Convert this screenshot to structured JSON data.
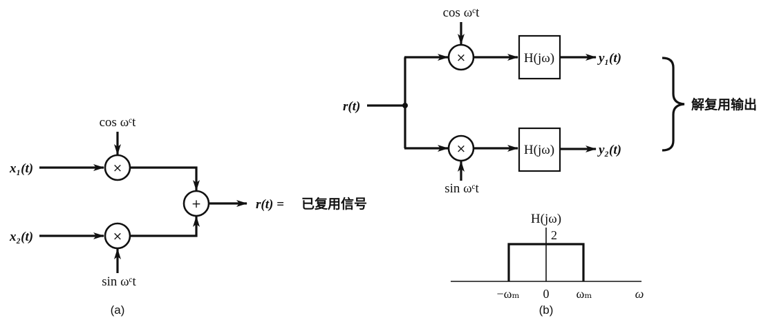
{
  "figure_a": {
    "caption": "(a)",
    "inputs": [
      {
        "label": "x₁(t)",
        "carrier": "cos ωᶜt",
        "operator": "×"
      },
      {
        "label": "x₂(t)",
        "carrier": "sin ωᶜt",
        "operator": "×"
      }
    ],
    "adder": {
      "operator": "+"
    },
    "output": {
      "label": "r(t) = ",
      "text": "已复用信号"
    }
  },
  "figure_b": {
    "caption": "(b)",
    "input": {
      "label": "r(t)"
    },
    "branches": [
      {
        "carrier": "cos ωᶜt",
        "operator": "×",
        "filter": "H(jω)",
        "output": "y₁(t)"
      },
      {
        "carrier": "sin ωᶜt",
        "operator": "×",
        "filter": "H(jω)",
        "output": "y₂(t)"
      }
    ],
    "brace_label": "解复用输出",
    "filter_response": {
      "title": "H(jω)",
      "gain_label": "2",
      "ticks": [
        "−ωₘ",
        "0",
        "ωₘ"
      ],
      "x_axis_label": "ω"
    }
  },
  "chart_data": {
    "type": "line",
    "title": "H(jω)",
    "xlabel": "ω",
    "ylabel": "",
    "x_ticks": [
      "-ωM",
      "0",
      "ωM"
    ],
    "description": "Ideal lowpass filter: gain 2 for |ω| < ωM, 0 otherwise",
    "x": [
      "-inf",
      "-ωM",
      "-ωM",
      "ωM",
      "ωM",
      "inf"
    ],
    "values": [
      0,
      0,
      2,
      2,
      0,
      0
    ],
    "gain": 2
  }
}
